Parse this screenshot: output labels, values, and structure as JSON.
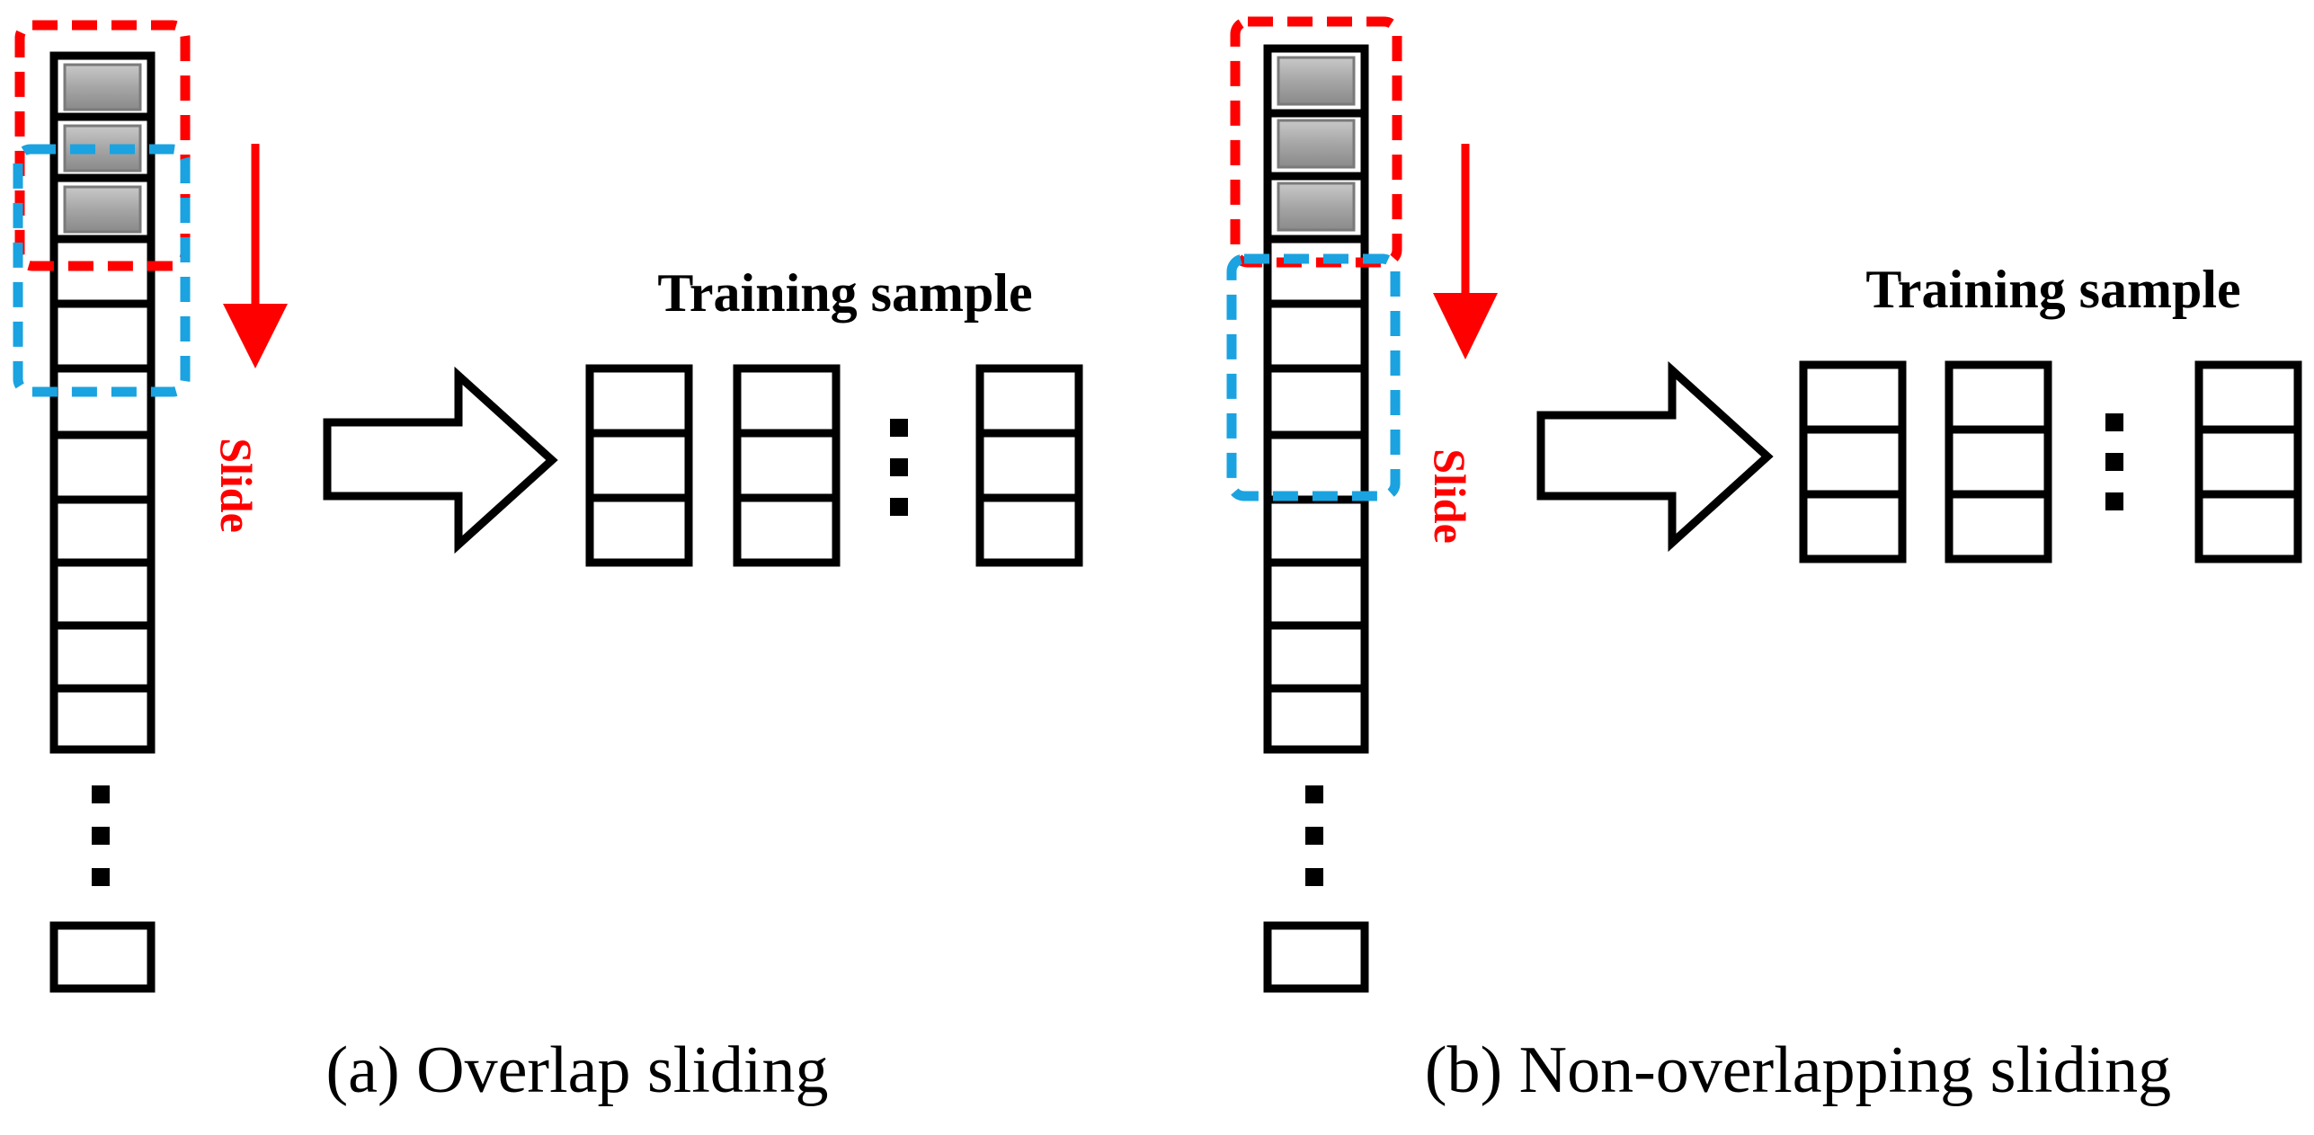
{
  "panels": [
    {
      "id": "a",
      "caption": "(a) Overlap sliding",
      "slide_label": "Slide",
      "sample_title": "Training sample"
    },
    {
      "id": "b",
      "caption": "(b) Non-overlapping sliding",
      "slide_label": "Slide",
      "sample_title": "Training sample"
    }
  ],
  "colors": {
    "stroke": "#000000",
    "window_1": "#ff0000",
    "window_2": "#1aa3e0",
    "highlighted_cell": "#a6a6a6",
    "slide_arrow": "#ff0000",
    "slide_text": "#ff0000"
  },
  "icons": {
    "slide_direction": "arrow-down-icon",
    "transform": "arrow-right-icon",
    "ellipsis": "vertical-ellipsis-icon"
  }
}
